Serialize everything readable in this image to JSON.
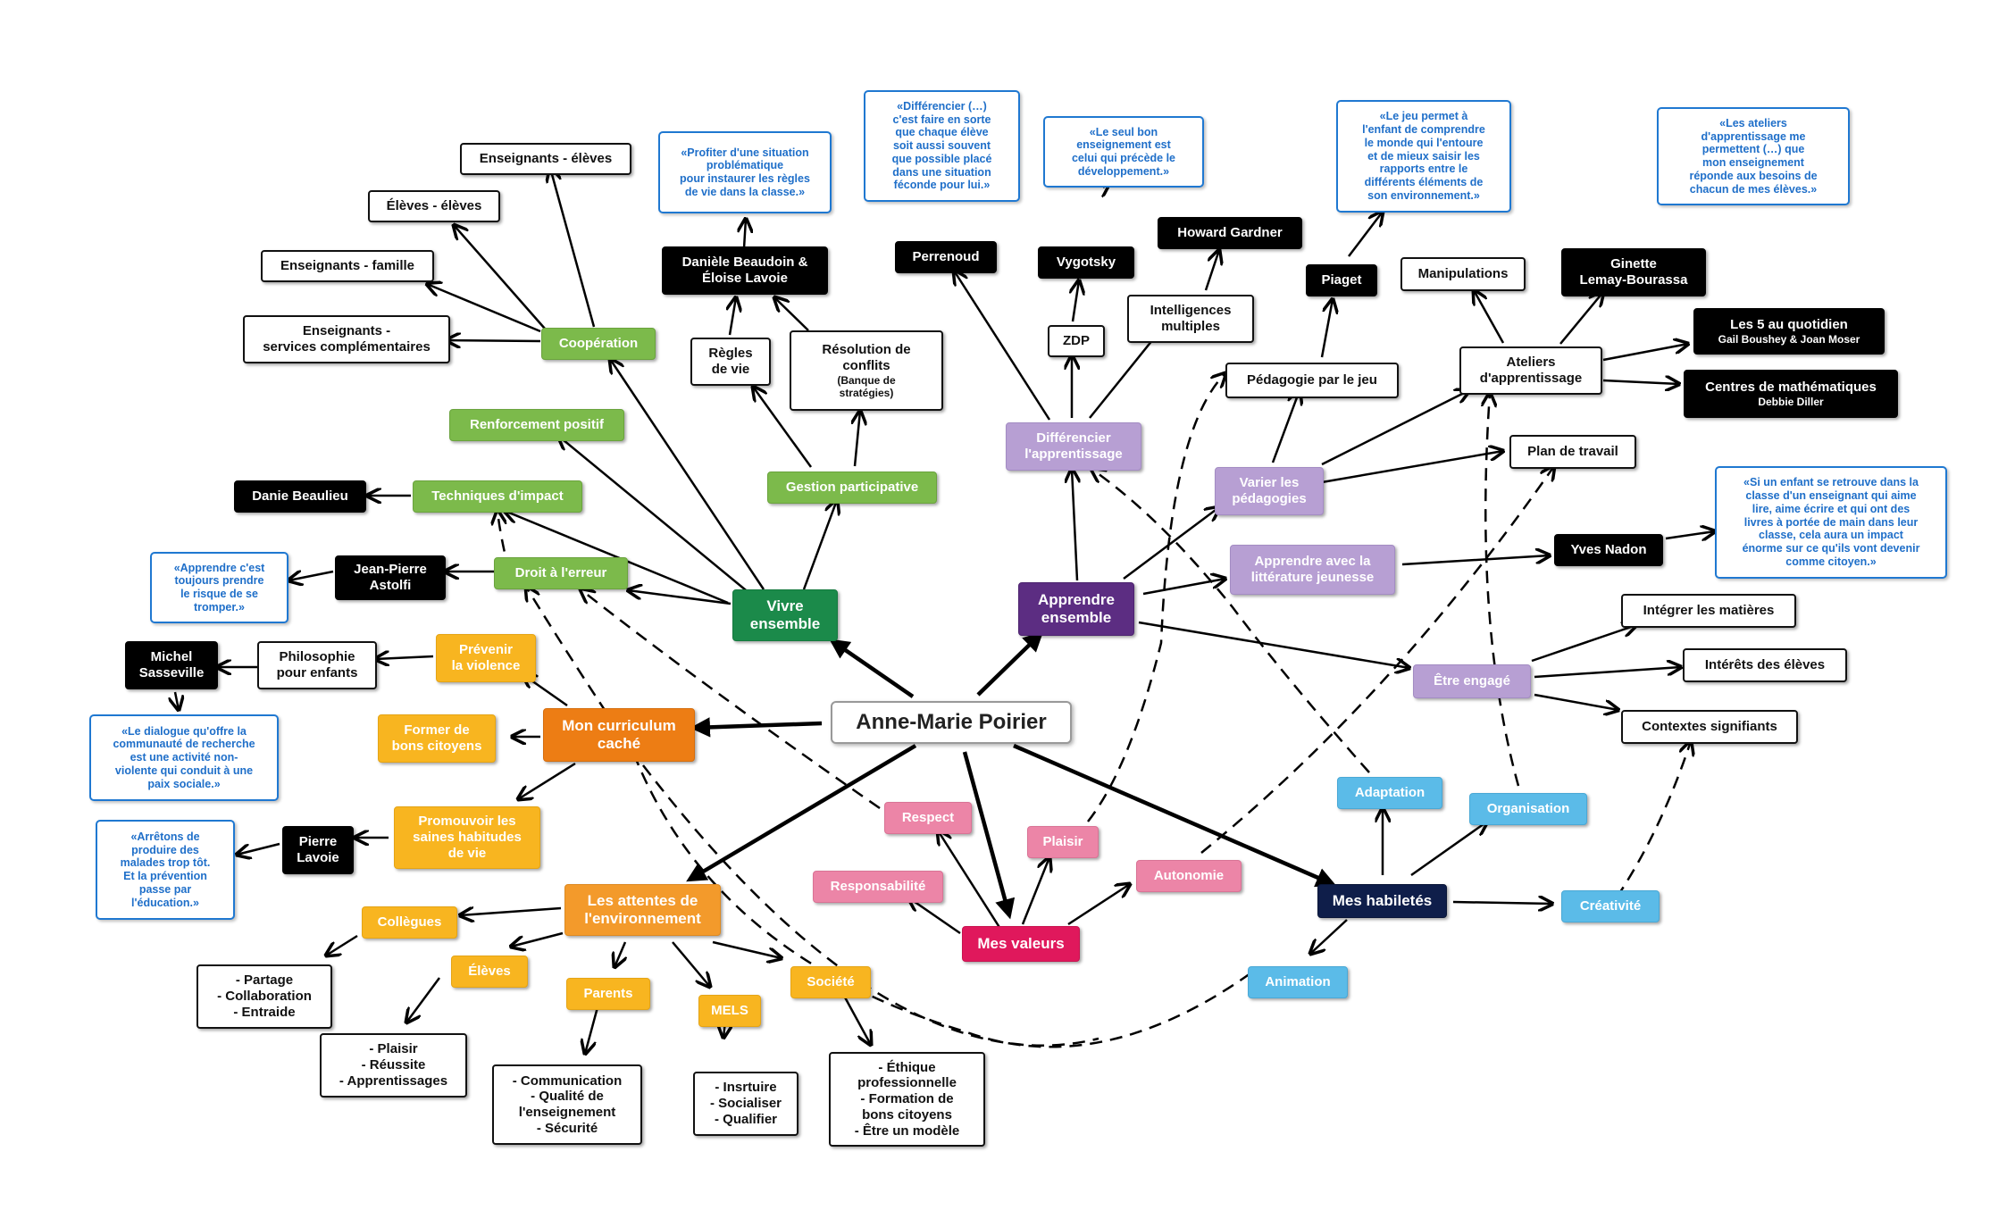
{
  "center": "Anne-Marie Poirier",
  "branches": {
    "vivre_ensemble": "Vivre\nensemble",
    "apprendre_ensemble": "Apprendre\nensemble",
    "curriculum_cache": "Mon curriculum\ncaché",
    "attentes": "Les attentes de\nl'environnement",
    "valeurs": "Mes valeurs",
    "habiletes": "Mes habiletés"
  },
  "vivre": {
    "cooperation": "Coopération",
    "enseignants_eleves": "Enseignants - élèves",
    "eleves_eleves": "Élèves - élèves",
    "enseignants_famille": "Enseignants - famille",
    "enseignants_services": "Enseignants -\nservices complémentaires",
    "renforcement": "Renforcement positif",
    "techniques": "Techniques d'impact",
    "danie_beaulieu": "Danie Beaulieu",
    "droit_erreur": "Droit à l'erreur",
    "astolfi": "Jean-Pierre\nAstolfi",
    "astolfi_quote": "«Apprendre c'est\ntoujours prendre\nle risque de se\ntromper.»",
    "gestion": "Gestion participative",
    "regles": "Règles\nde vie",
    "resolution": "Résolution  de\nconflits",
    "resolution_sub": "(Banque de\nstratégies)",
    "beaudoin": "Danièle Beaudoin &\nÉloise Lavoie",
    "beaudoin_quote": "«Profiter d'une situation\nproblématique\npour instaurer les règles\nde vie dans la classe.»"
  },
  "apprendre": {
    "differencier": "Différencier\nl'apprentissage",
    "perrenoud": "Perrenoud",
    "perrenoud_quote": "«Différencier (…)\nc'est faire en sorte\nque chaque élève\nsoit aussi souvent\nque possible placé\ndans une situation\nféconde pour lui.»",
    "zdp": "ZDP",
    "vygotsky": "Vygotsky",
    "vygotsky_quote": "«Le seul bon\nenseignement est\ncelui qui précède le\ndéveloppement.»",
    "intelligences": "Intelligences\nmultiples",
    "gardner": "Howard Gardner",
    "varier": "Varier les\npédagogies",
    "pedagogie_jeu": "Pédagogie par le jeu",
    "piaget": "Piaget",
    "piaget_quote": "«Le jeu permet à\nl'enfant de comprendre\nle monde qui l'entoure\net de mieux saisir les\nrapports entre le\ndifférents éléments de\nson environnement.»",
    "manipulations": "Manipulations",
    "ateliers": "Ateliers\nd'apprentissage",
    "lemay": "Ginette\nLemay-Bourassa",
    "lemay_quote": "«Les ateliers\nd'apprentissage me\npermettent (…) que\nmon enseignement\nréponde aux besoins de\nchacun de mes élèves.»",
    "cinq_quotidien": "Les 5 au quotidien",
    "cinq_sub": "Gail Boushey & Joan Moser",
    "centres_math": "Centres de mathématiques",
    "centres_sub": "Debbie Diller",
    "plan_travail": "Plan de travail",
    "litterature": "Apprendre avec la\nlittérature jeunesse",
    "nadon": "Yves Nadon",
    "nadon_quote": "«Si un enfant se retrouve dans la\nclasse d'un enseignant qui aime\nlire, aime écrire et qui ont des\nlivres à portée de main dans leur\nclasse, cela aura un impact\nénorme sur ce qu'ils vont devenir\ncomme citoyen.»",
    "etre_engage": "Être engagé",
    "integrer": "Intégrer les matières",
    "interets": "Intérêts des élèves",
    "contextes": "Contextes signifiants"
  },
  "curriculum": {
    "prevenir": "Prévenir\nla violence",
    "philosophie": "Philosophie\npour enfants",
    "sasseville": "Michel\nSasseville",
    "sasseville_quote": "«Le dialogue qu'offre la\ncommunauté de recherche\nest une activité non-\nviolente qui conduit à une\npaix sociale.»",
    "former": "Former de\nbons citoyens",
    "promouvoir": "Promouvoir les\nsaines habitudes\nde vie",
    "lavoie": "Pierre\nLavoie",
    "lavoie_quote": "«Arrêtons de\nproduire des\nmalades trop tôt.\nEt la prévention\npasse par\nl'éducation.»"
  },
  "attentes": {
    "collegues": "Collègues",
    "collegues_items": "- Partage\n- Collaboration\n- Entraide",
    "eleves": "Élèves",
    "eleves_items": "- Plaisir\n- Réussite\n- Apprentissages",
    "parents": "Parents",
    "parents_items": "- Communication\n- Qualité de\nl'enseignement\n- Sécurité",
    "mels": "MELS",
    "mels_items": "- Insrtuire\n- Socialiser\n- Qualifier",
    "societe": "Société",
    "societe_items": "- Éthique\nprofessionnelle\n- Formation de\nbons citoyens\n- Être un modèle"
  },
  "valeurs": {
    "respect": "Respect",
    "responsabilite": "Responsabilité",
    "plaisir": "Plaisir",
    "autonomie": "Autonomie"
  },
  "habiletes": {
    "adaptation": "Adaptation",
    "organisation": "Organisation",
    "creativite": "Créativité",
    "animation": "Animation"
  },
  "colors": {
    "green": "#7cba4b",
    "green_dark": "#1b8a4a",
    "purple": "#b79fd3",
    "purple_dark": "#5c2d82",
    "orange_dark": "#ed7d14",
    "yellow": "#f8b520",
    "pink": "#ec85a7",
    "pink_dark": "#e0185c",
    "navy": "#0f1e4a",
    "blue": "#5bbbe8",
    "quote_blue": "#1f6fc9"
  }
}
